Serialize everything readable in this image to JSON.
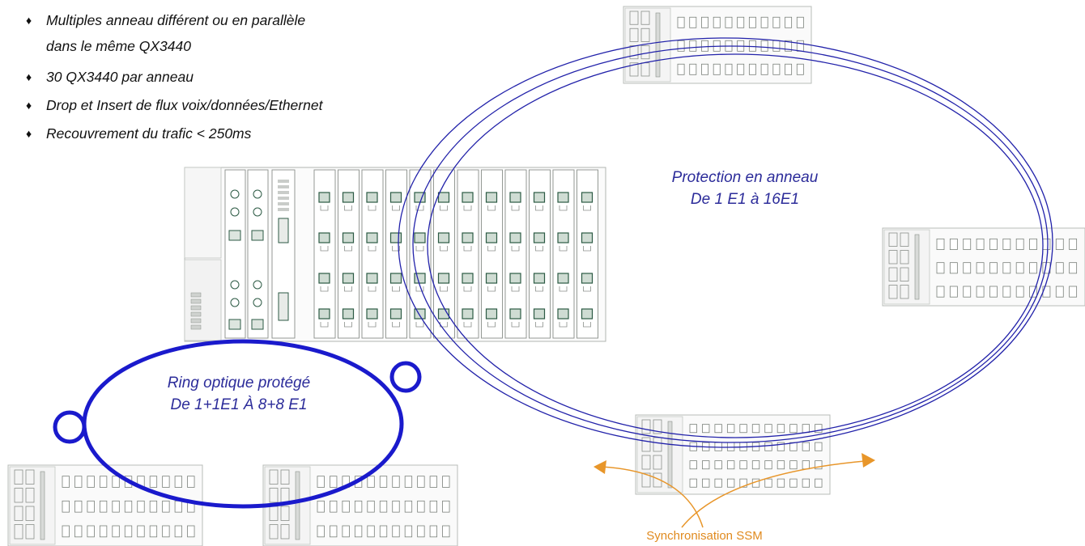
{
  "bullets": [
    {
      "lines": [
        "Multiples anneau différent ou en parallèle",
        "dans le même QX3440"
      ]
    },
    {
      "lines": [
        "30  QX3440 par anneau"
      ]
    },
    {
      "lines": [
        "Drop et Insert de flux voix/données/Ethernet"
      ]
    },
    {
      "lines": [
        "Recouvrement du trafic < 250ms"
      ]
    }
  ],
  "bullet_marker": "♦",
  "labels": {
    "ring_protection": {
      "line1": "Protection en anneau",
      "line2": "De 1 E1 à 16E1"
    },
    "optical_ring": {
      "line1": "Ring optique protégé",
      "line2": "De 1+1E1 À 8+8 E1"
    },
    "sync": "Synchronisation SSM"
  },
  "colors": {
    "ring_blue": "#2222aa",
    "optical_ring_blue": "#1a1acc",
    "sync_orange": "#e8962a",
    "equipment_gray": "#8a8f8a",
    "port_green": "#2c5a44"
  }
}
